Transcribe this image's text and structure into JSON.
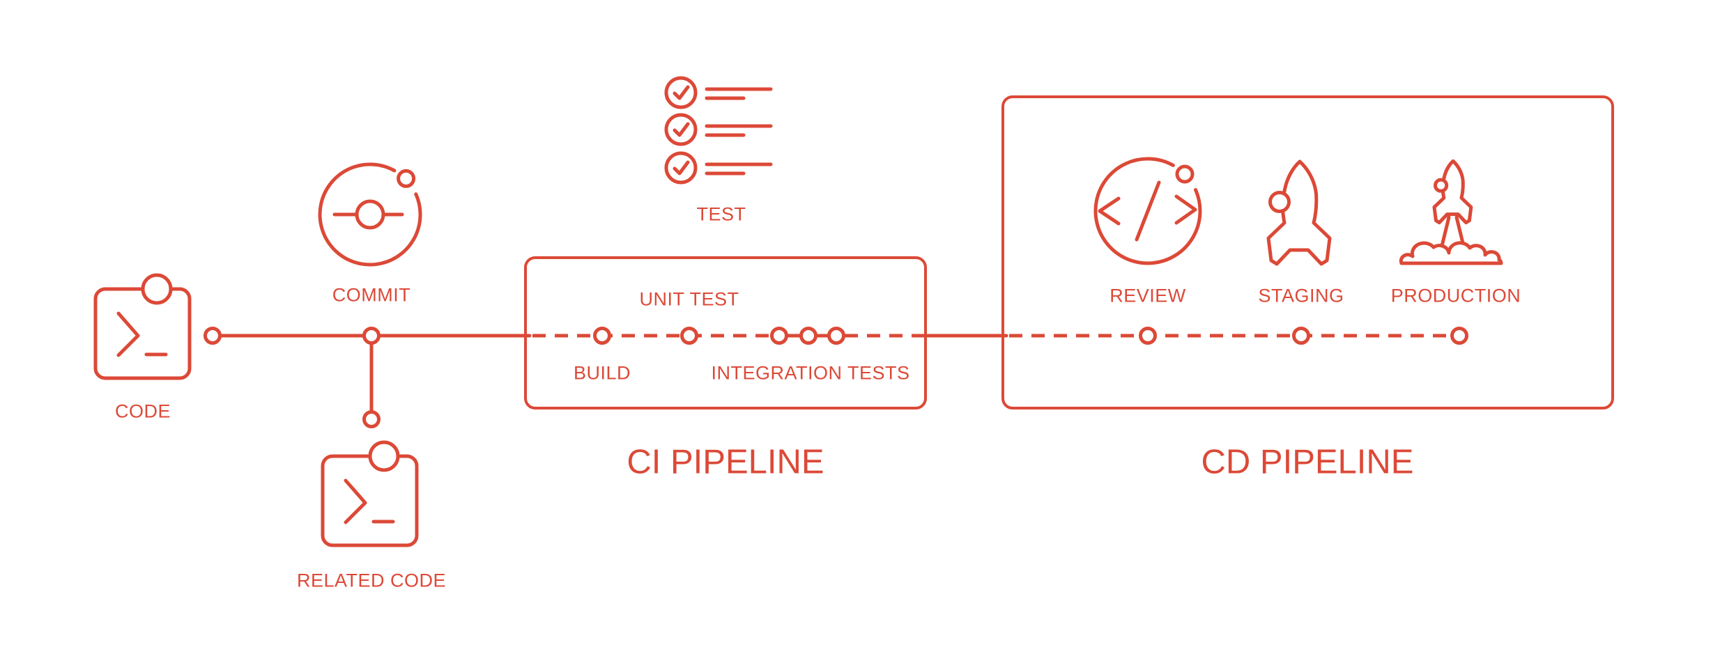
{
  "palette": {
    "accent": "#DC4937",
    "background": "#FFFFFF"
  },
  "icons": {
    "code": "terminal-code-icon",
    "commit": "git-commit-icon",
    "related_code": "terminal-code-icon",
    "test": "checklist-icon",
    "review": "code-review-icon",
    "staging": "rocket-icon",
    "production": "rocket-launch-icon"
  },
  "stages": {
    "code": {
      "label": "CODE"
    },
    "commit": {
      "label": "COMMIT"
    },
    "related_code": {
      "label": "RELATED CODE"
    },
    "test": {
      "label": "TEST"
    },
    "ci_pipeline": {
      "title": "CI PIPELINE",
      "steps": {
        "build": {
          "label": "BUILD"
        },
        "unit_test": {
          "label": "UNIT TEST"
        },
        "integration_tests": {
          "label": "INTEGRATION TESTS"
        }
      }
    },
    "cd_pipeline": {
      "title": "CD PIPELINE",
      "steps": {
        "review": {
          "label": "REVIEW"
        },
        "staging": {
          "label": "STAGING"
        },
        "production": {
          "label": "PRODUCTION"
        }
      }
    }
  }
}
